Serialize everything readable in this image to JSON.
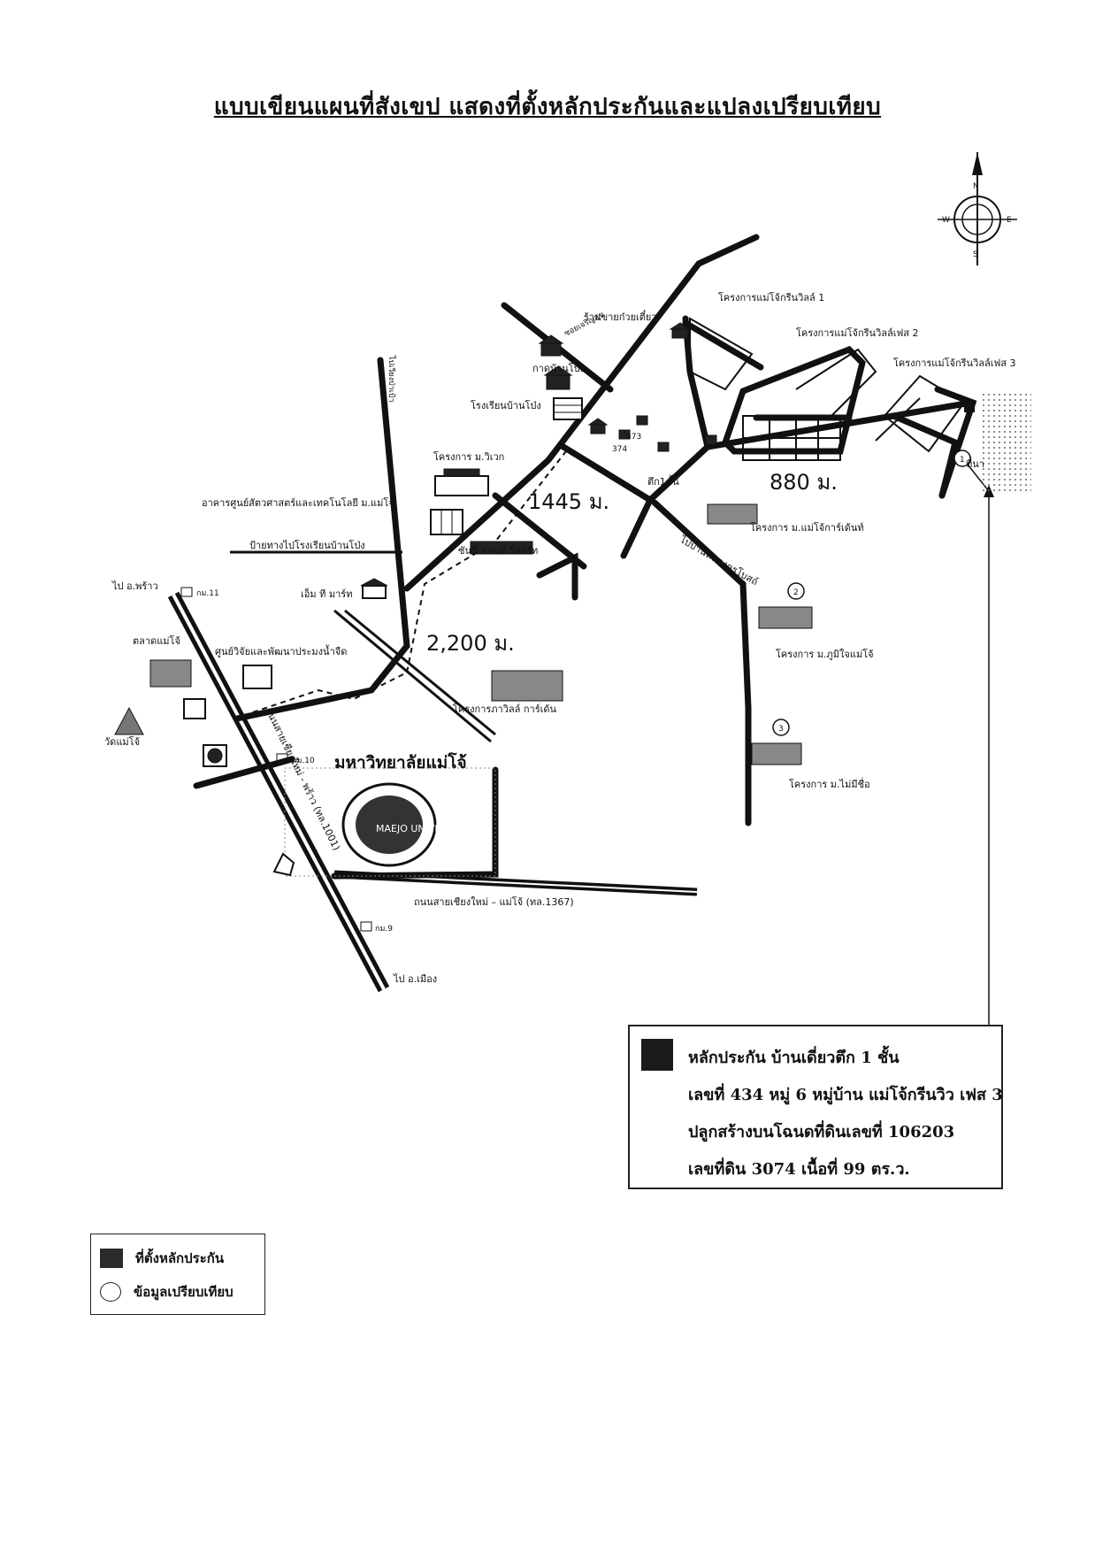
{
  "title": "แบบเขียนแผนที่สังเขป แสดงที่ตั้งหลักประกันและแปลงเปรียบเทียบ",
  "compass": {
    "n": "N",
    "s": "S",
    "e": "E",
    "w": "W"
  },
  "distances": {
    "d1": "1445 ม.",
    "d2": "880 ม.",
    "d3": "2,200 ม."
  },
  "roads": {
    "highway_1001": "ถนนสายเชียงใหม่ - พร้าว (ทล.1001)",
    "highway_1367": "ถนนสายเชียงใหม่ – แม่โจ้ (ทล.1367)",
    "to_phrao": "ไป อ.พร้าว",
    "to_mueang": "ไป อ.เมือง",
    "to_wiang_pa_pao": "ไปเวียงป่าเป้า",
    "to_nong_khu": "ไปบ้านหนองครูโบสถ์",
    "km11": "กม.11",
    "km10": "กม.10",
    "km9": "กม.9",
    "sign_school": "ป้ายทางไปโรงเรียนบ้านโป่ง"
  },
  "landmarks": {
    "noodle_shop": "ร้านขายก๋วยเตี๋ยว",
    "soi": "ซอยเจริญสุข",
    "market": "กาดบ้านโป่ง",
    "school": "โรงเรียนบ้านโป่ง",
    "viwek": "โครงการ ม.วิเวก",
    "animal_center": "อาคารศูนย์สัตวศาสตร์และเทคโนโลยี ม.แม่โจ้",
    "m_mart": "เอ็ม ที มาร์ท",
    "research_center": "ศูนย์วิจัยและพัฒนาประมงน้ำจืด",
    "kad_maejo": "ตลาดแม่โจ้",
    "wat_maejo": "วัดแม่โจ้",
    "sunny": "ซันนี่ แอนด์ รีสอร์ท",
    "parkland": "โครงการภาวิลล์ การ์เด้น",
    "maejo_garden": "โครงการ ม.แม่โจ้การ์เด้นท์",
    "pumjai": "โครงการ ม.ภูมิใจแม่โจ้",
    "mai_mee_chue": "โครงการ ม.ไม่มีชื่อ",
    "green_ville_1": "โครงการแม่โจ้กรีนวิลล์ 1",
    "green_ville_2": "โครงการแม่โจ้กรีนวิลล์เฟส 2",
    "green_ville_3": "โครงการแม่โจ้กรีนวิลล์เฟส 3",
    "shophouse": "ตึก1ชั้น",
    "rice_field": "ที่นา",
    "lot_373": "373",
    "lot_374": "374",
    "university": "มหาวิทยาลัยแม่โจ้",
    "seal_text": "MAEJO UNIVERSITY"
  },
  "comparisons": [
    "1",
    "2",
    "3"
  ],
  "collateral_info": {
    "line1": "หลักประกัน   บ้านเดี่ยวตึก  1  ชั้น",
    "line2": "เลขที่ 434  หมู่ 6  หมู่บ้าน แม่โจ้กรีนวิว เฟส 3",
    "line3": "ปลูกสร้างบนโฉนดที่ดินเลขที่  106203",
    "line4": "เลขที่ดิน  3074   เนื้อที่   99   ตร.ว."
  },
  "legend": {
    "collateral": "ที่ตั้งหลักประกัน",
    "comparison": "ข้อมูลเปรียบเทียบ"
  }
}
